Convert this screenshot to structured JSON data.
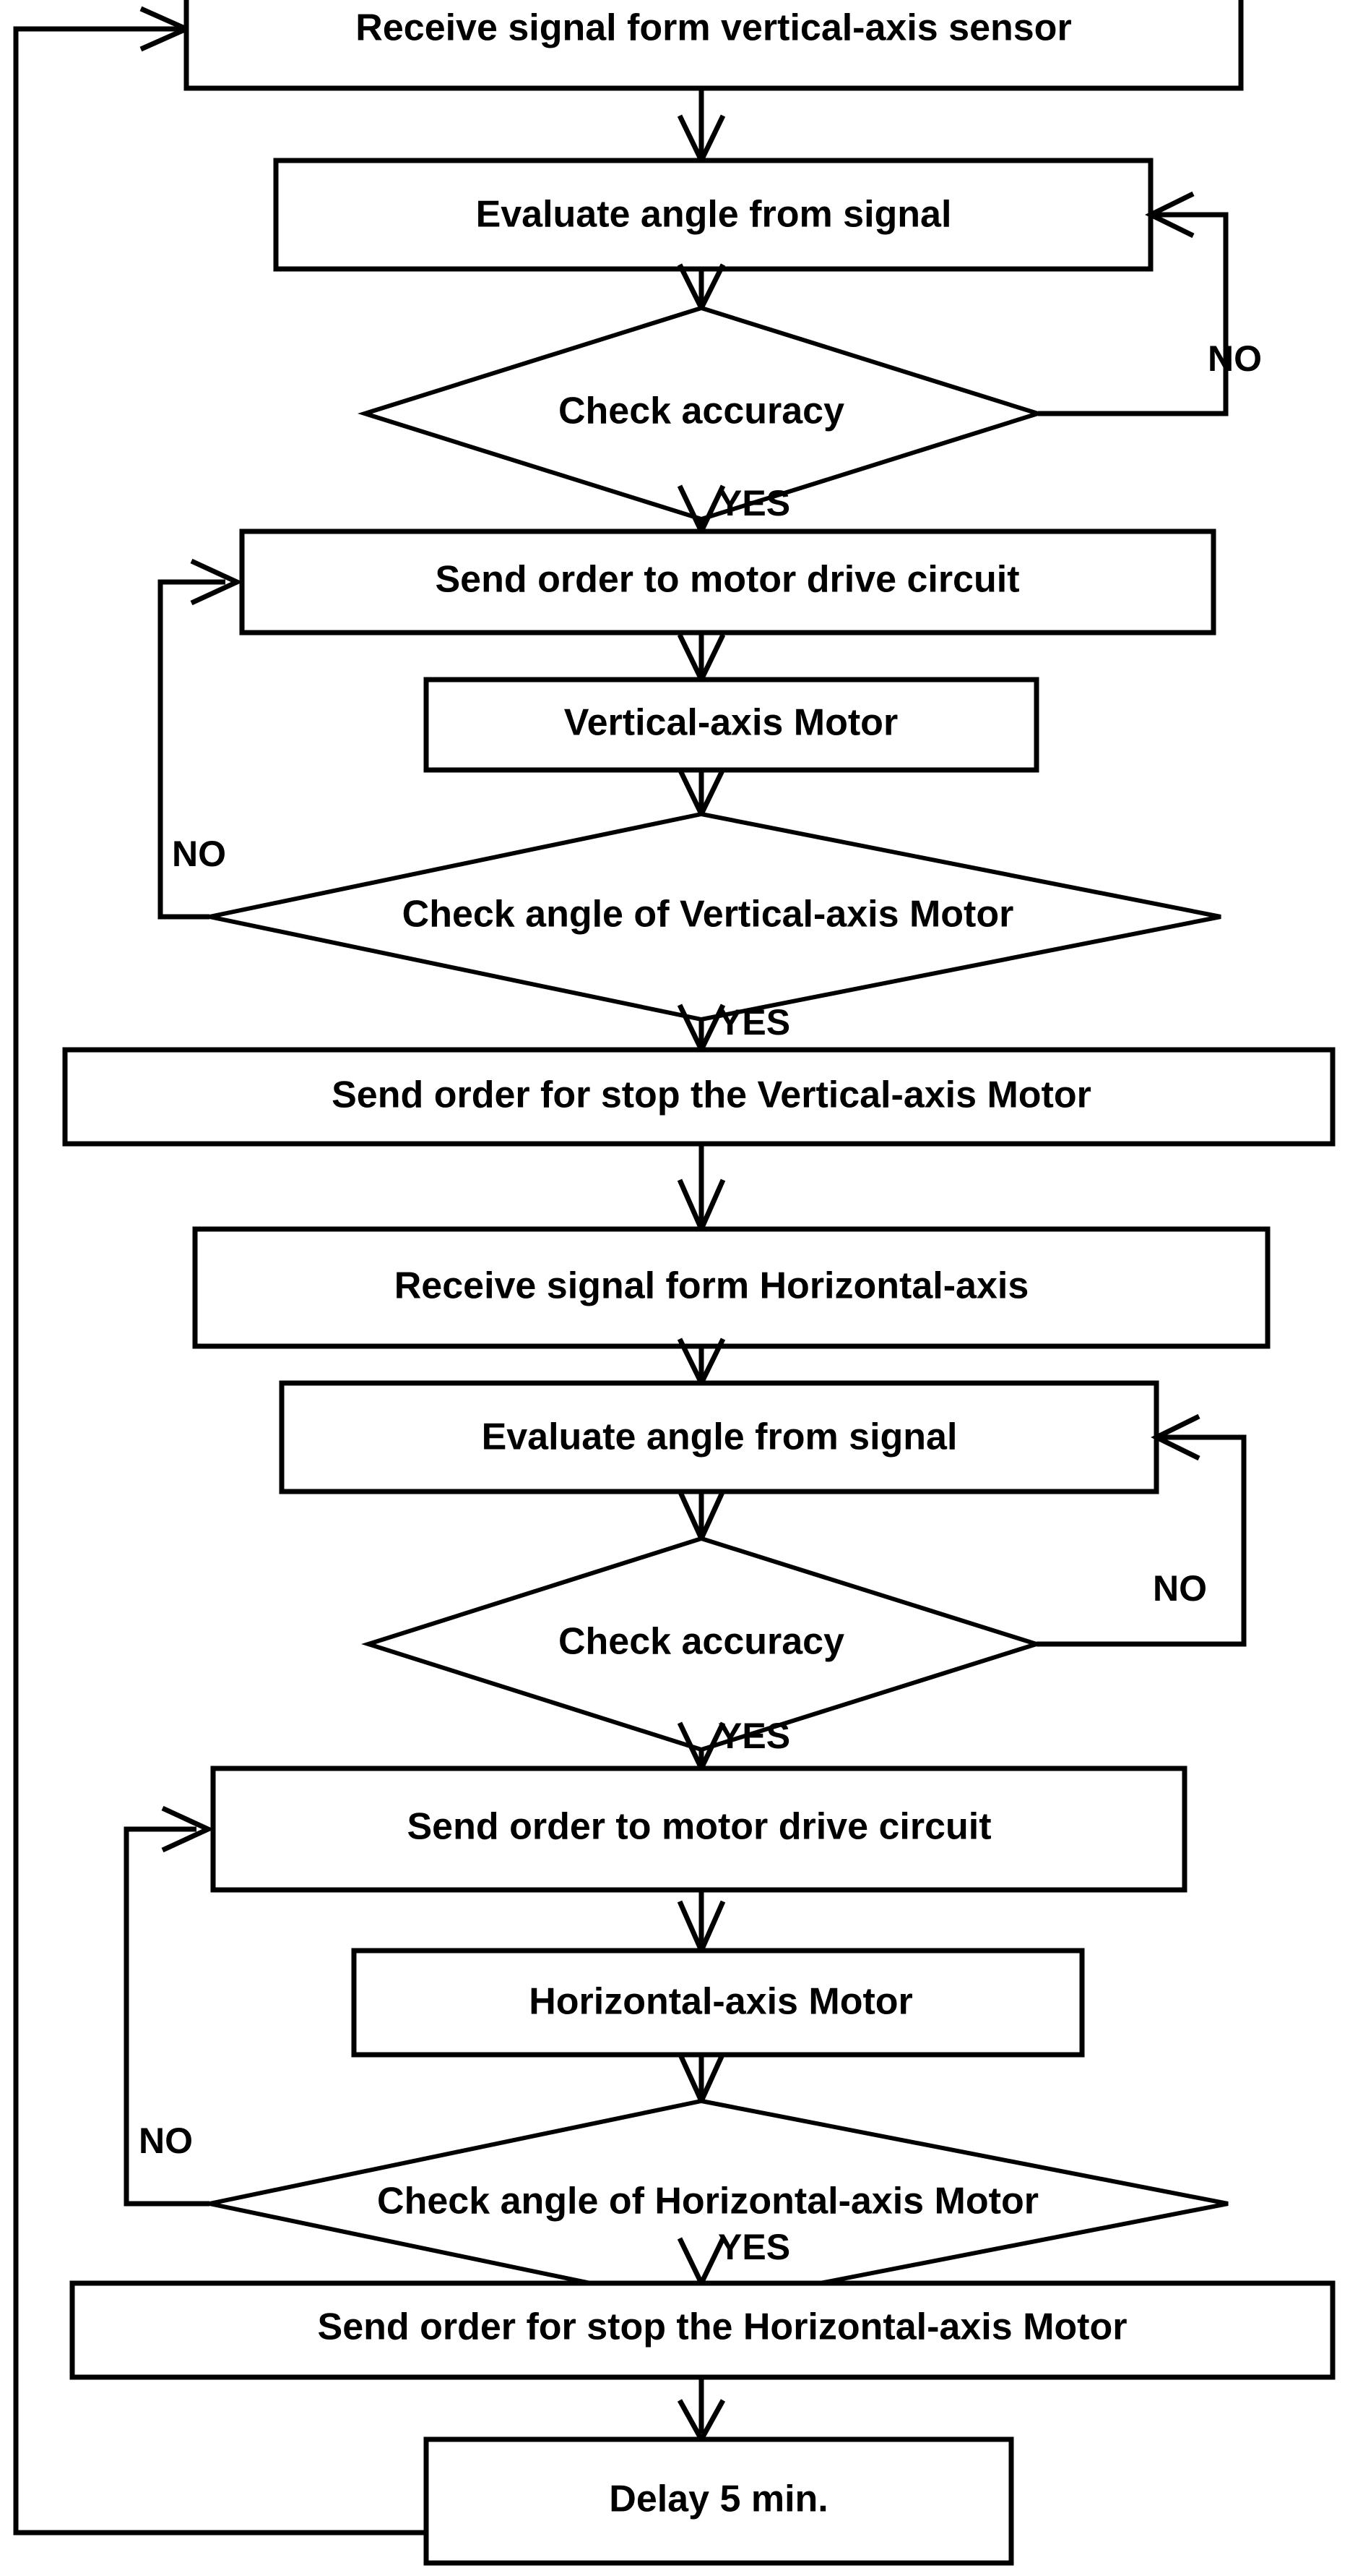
{
  "diagram": {
    "type": "flowchart",
    "title": "Dual-axis solar tracker control flowchart",
    "colors": {
      "background": "#ffffff",
      "stroke": "#000000",
      "text": "#000000"
    },
    "nodes": [
      {
        "id": "n1",
        "shape": "process",
        "label": "Receive signal form vertical-axis sensor"
      },
      {
        "id": "n2",
        "shape": "process",
        "label": "Evaluate angle from signal"
      },
      {
        "id": "n3",
        "shape": "decision",
        "label": "Check accuracy"
      },
      {
        "id": "n4",
        "shape": "process",
        "label": "Send order to motor drive circuit"
      },
      {
        "id": "n5",
        "shape": "process",
        "label": "Vertical-axis Motor"
      },
      {
        "id": "n6",
        "shape": "decision",
        "label": "Check angle of Vertical-axis Motor"
      },
      {
        "id": "n7",
        "shape": "process",
        "label": "Send order for stop the Vertical-axis Motor"
      },
      {
        "id": "n8",
        "shape": "process",
        "label": "Receive signal form Horizontal-axis"
      },
      {
        "id": "n9",
        "shape": "process",
        "label": "Evaluate angle from signal"
      },
      {
        "id": "n10",
        "shape": "decision",
        "label": "Check accuracy"
      },
      {
        "id": "n11",
        "shape": "process",
        "label": "Send order to motor drive circuit"
      },
      {
        "id": "n12",
        "shape": "process",
        "label": "Horizontal-axis Motor"
      },
      {
        "id": "n13",
        "shape": "decision",
        "label": "Check angle of Horizontal-axis Motor"
      },
      {
        "id": "n14",
        "shape": "process",
        "label": "Send order for stop the Horizontal-axis Motor"
      },
      {
        "id": "n15",
        "shape": "process",
        "label": "Delay 5 min."
      }
    ],
    "edge_labels": {
      "no_check_accuracy_vertical": "NO",
      "yes_check_accuracy_vertical": "YES",
      "no_check_angle_vertical": "NO",
      "yes_check_angle_vertical": "YES",
      "no_check_accuracy_horizontal": "NO",
      "yes_check_accuracy_horizontal": "YES",
      "no_check_angle_horizontal": "NO",
      "yes_check_angle_horizontal": "YES"
    },
    "edges": [
      {
        "from": "n1",
        "to": "n2",
        "label": ""
      },
      {
        "from": "n2",
        "to": "n3",
        "label": ""
      },
      {
        "from": "n3",
        "to": "n2",
        "label": "NO"
      },
      {
        "from": "n3",
        "to": "n4",
        "label": "YES"
      },
      {
        "from": "n4",
        "to": "n5",
        "label": ""
      },
      {
        "from": "n5",
        "to": "n6",
        "label": ""
      },
      {
        "from": "n6",
        "to": "n4",
        "label": "NO"
      },
      {
        "from": "n6",
        "to": "n7",
        "label": "YES"
      },
      {
        "from": "n7",
        "to": "n8",
        "label": ""
      },
      {
        "from": "n8",
        "to": "n9",
        "label": ""
      },
      {
        "from": "n9",
        "to": "n10",
        "label": ""
      },
      {
        "from": "n10",
        "to": "n9",
        "label": "NO"
      },
      {
        "from": "n10",
        "to": "n11",
        "label": "YES"
      },
      {
        "from": "n11",
        "to": "n12",
        "label": ""
      },
      {
        "from": "n12",
        "to": "n13",
        "label": ""
      },
      {
        "from": "n13",
        "to": "n11",
        "label": "NO"
      },
      {
        "from": "n13",
        "to": "n14",
        "label": "YES"
      },
      {
        "from": "n14",
        "to": "n15",
        "label": ""
      },
      {
        "from": "n15",
        "to": "n1",
        "label": ""
      }
    ]
  }
}
